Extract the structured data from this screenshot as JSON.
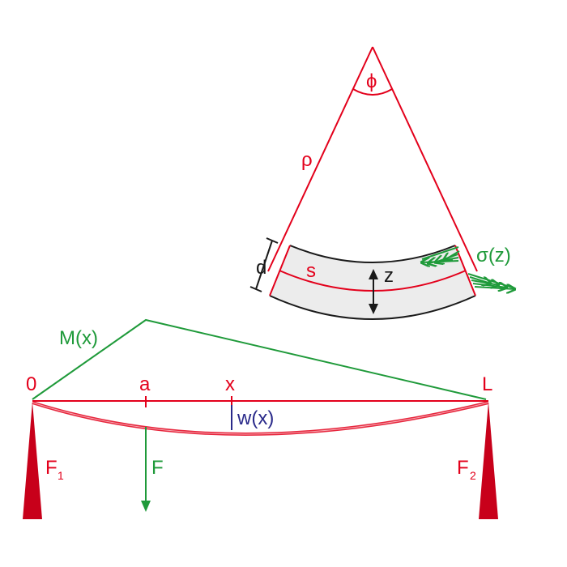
{
  "labels": {
    "phi": "ϕ",
    "rho": "ρ",
    "d": "d",
    "s": "s",
    "z": "z",
    "sigma": "σ(z)",
    "moment": "M(x)",
    "origin": "0",
    "a": "a",
    "x": "x",
    "length": "L",
    "deflection": "w(x)",
    "force": "F",
    "support_left": "F",
    "support_left_sub": "1",
    "support_right": "F",
    "support_right_sub": "2"
  },
  "colors": {
    "red": "#e3001b",
    "green": "#1f9a3a",
    "blue": "#2a2a8a",
    "black": "#1a1a1a",
    "band_fill": "#ececec",
    "support_fill": "#c8001a"
  }
}
